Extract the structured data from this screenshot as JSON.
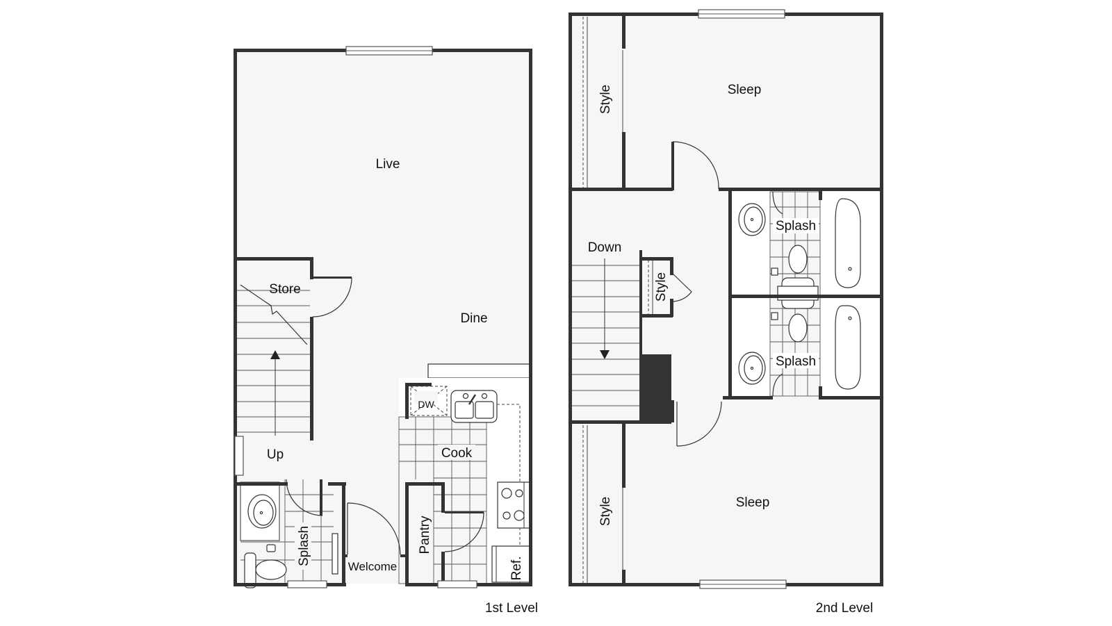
{
  "plan": {
    "levels": [
      {
        "label": "1st Level",
        "rooms": {
          "live": "Live",
          "store": "Store",
          "dine": "Dine",
          "up": "Up",
          "cook": "Cook",
          "dw": "DW",
          "splash": "Splash",
          "welcome": "Welcome",
          "pantry": "Pantry",
          "ref": "Ref."
        }
      },
      {
        "label": "2nd Level",
        "rooms": {
          "sleep_top": "Sleep",
          "style_top": "Style",
          "down": "Down",
          "style_mid": "Style",
          "splash_top": "Splash",
          "splash_bottom": "Splash",
          "style_bottom": "Style",
          "sleep_bottom": "Sleep"
        }
      }
    ],
    "colors": {
      "wall": "#333333",
      "floor": "#f6f6f6",
      "background": "#ffffff"
    }
  }
}
